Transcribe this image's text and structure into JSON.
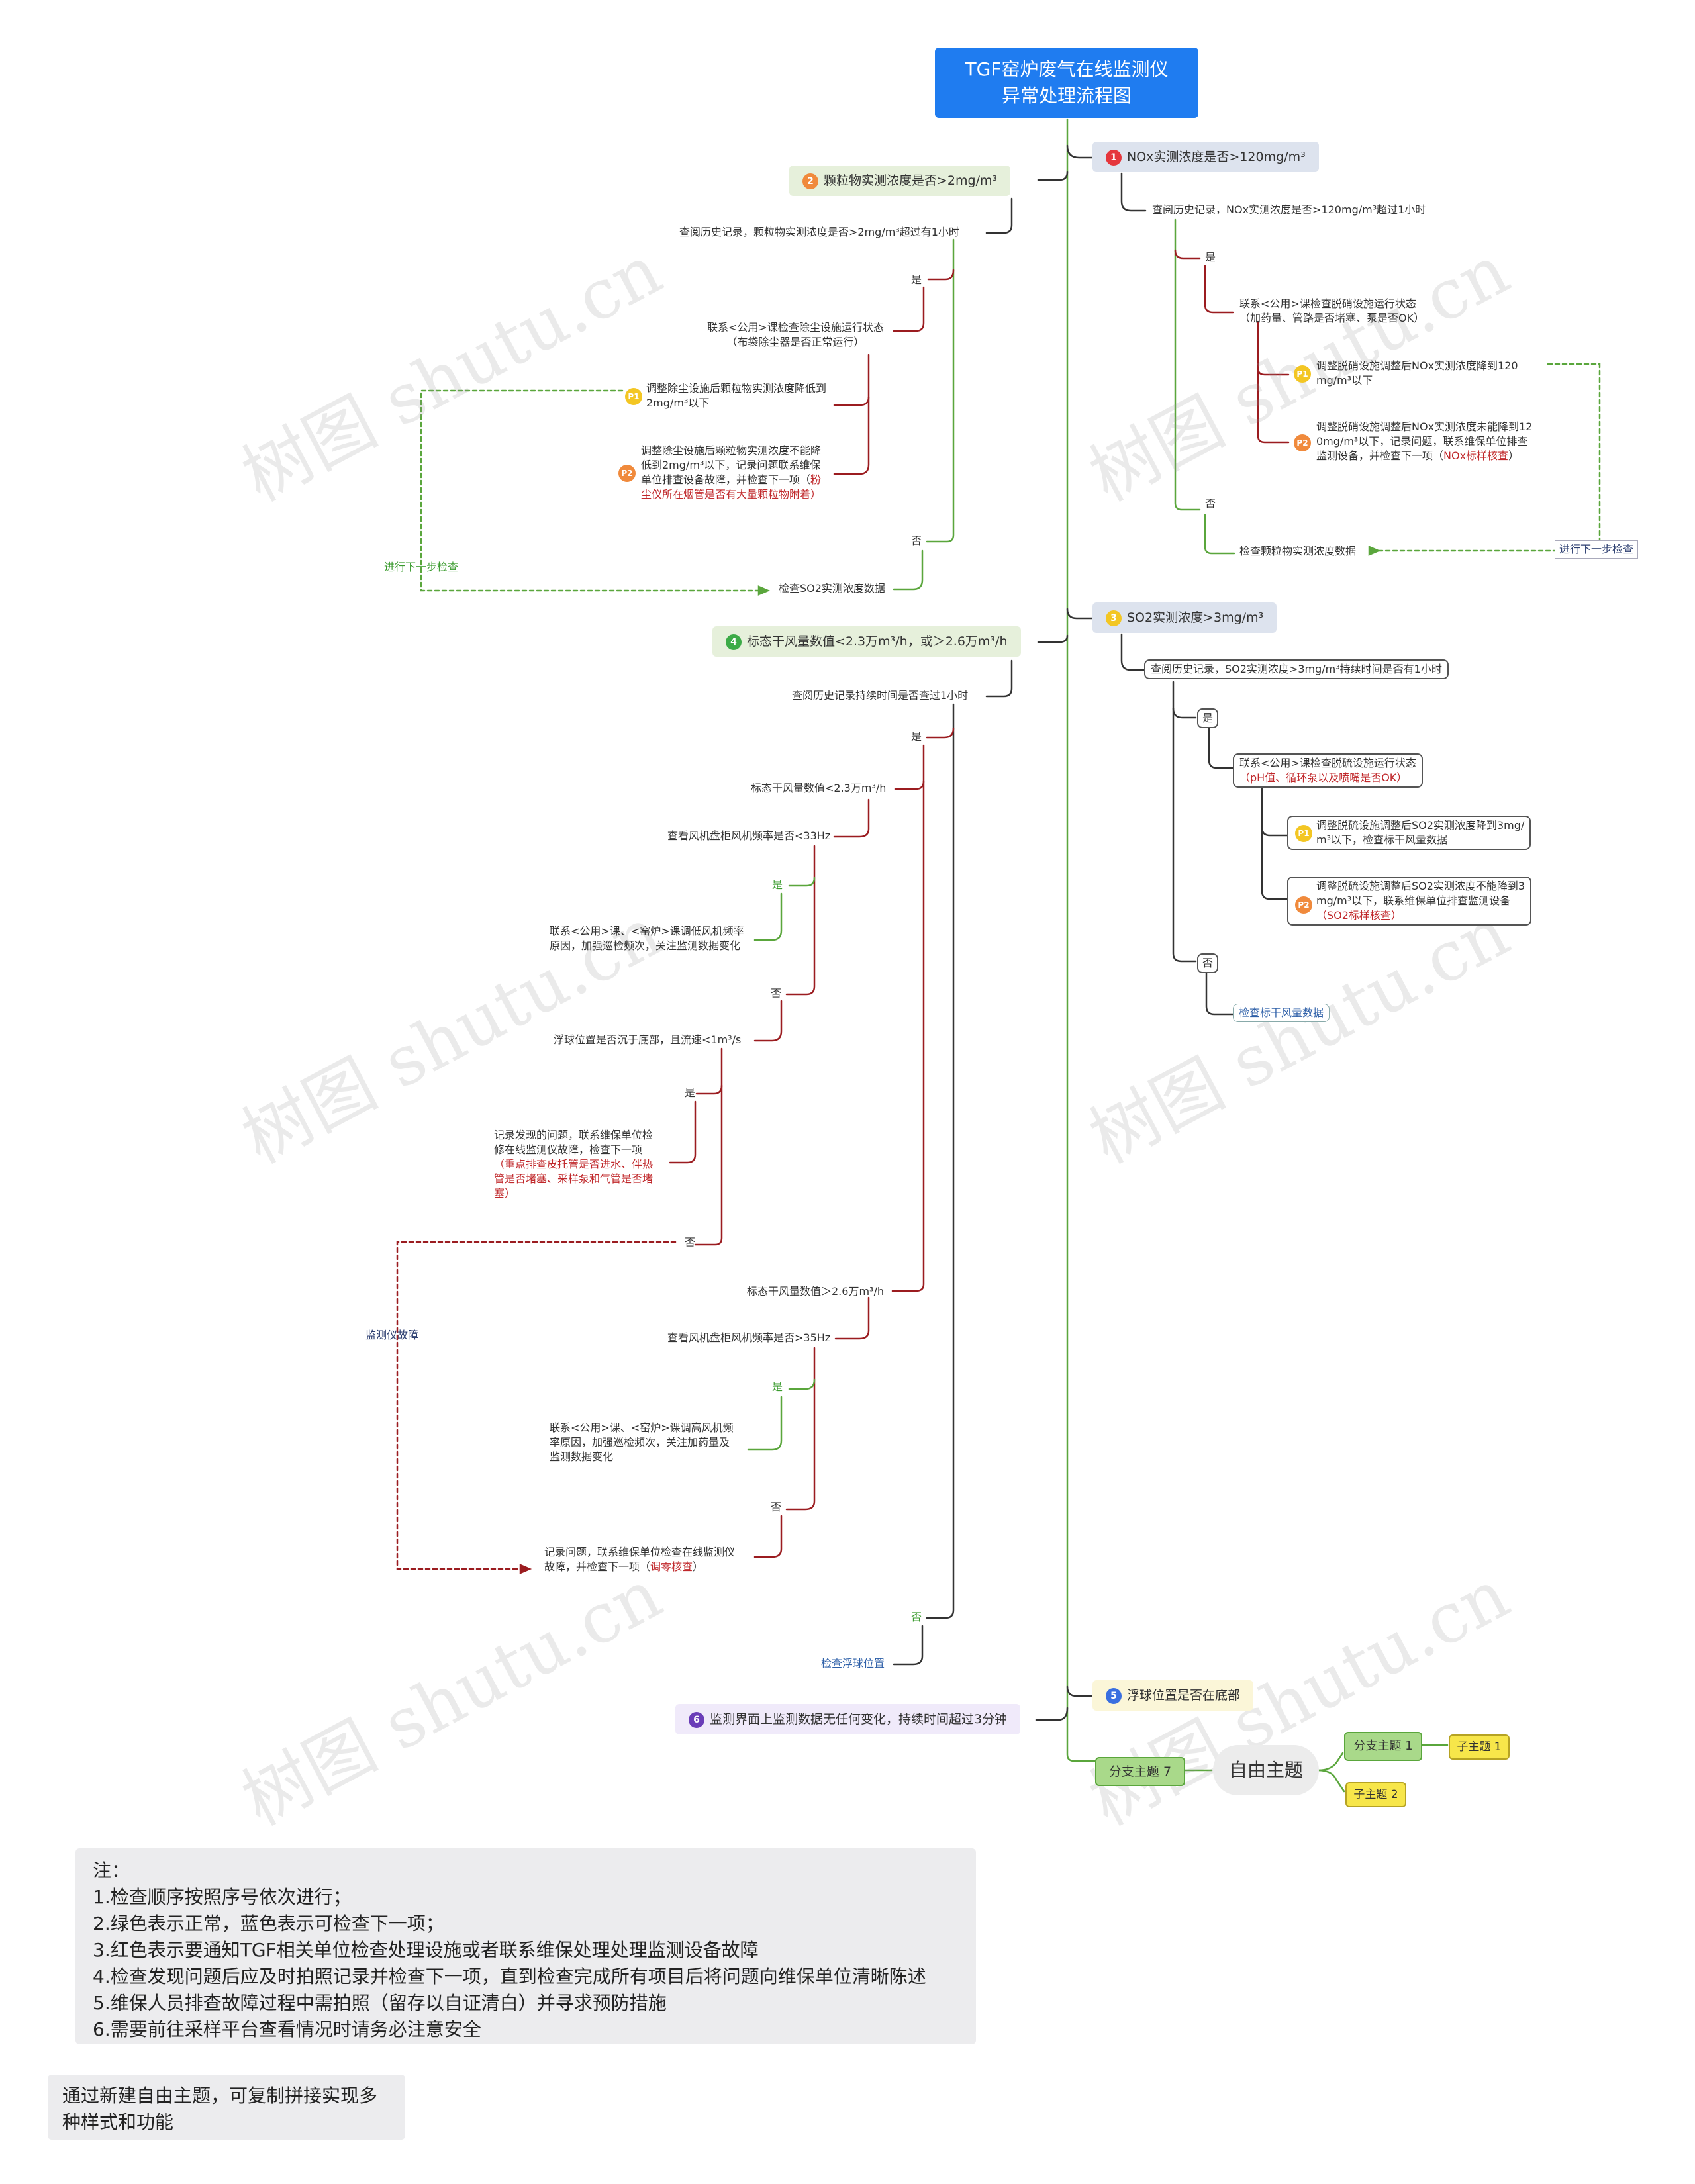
{
  "root": {
    "line1": "TGF窑炉废气在线监测仪",
    "line2": "异常处理流程图"
  },
  "b1": {
    "num": "1",
    "title": "NOx实测浓度是否>120mg/m³",
    "q": "查阅历史记录，NOx实测浓度是否>120mg/m³超过1小时",
    "yes": "是",
    "contact_l1": "联系<公用>课检查脱硝设施运行状态",
    "contact_l2": "（加药量、管路是否堵塞、泵是否OK）",
    "p1_badge": "P1",
    "p1_l1": "调整脱硝设施调整后NOx实测浓度降到120",
    "p1_l2": "mg/m³以下",
    "p2_badge": "P2",
    "p2_l1": "调整脱硝设施调整后NOx实测浓度未能降到12",
    "p2_l2": "0mg/m³以下，记录问题，联系维保单位排查",
    "p2_l3a": "监测设备，并检查下一项（",
    "p2_l3b": "NOx标样核查",
    "p2_l3c": "）",
    "no": "否",
    "check": "检查颗粒物实测浓度数据",
    "next": "进行下一步检查"
  },
  "b2": {
    "num": "2",
    "title": "颗粒物实测浓度是否>2mg/m³",
    "q": "查阅历史记录，颗粒物实测浓度是否>2mg/m³超过有1小时",
    "yes": "是",
    "contact_l1": "联系<公用>课检查除尘设施运行状态",
    "contact_l2": "（布袋除尘器是否正常运行）",
    "p1_badge": "P1",
    "p1_l1": "调整除尘设施后颗粒物实测浓度降低到",
    "p1_l2": "2mg/m³以下",
    "p2_badge": "P2",
    "p2_l1": "调整除尘设施后颗粒物实测浓度不能降",
    "p2_l2": "低到2mg/m³以下，记录问题联系维保",
    "p2_l3a": "单位排查设备故障，并检查下一项（",
    "p2_l3b": "粉",
    "p2_l4": "尘仪所在烟管是否有大量颗粒物附着）",
    "no": "否",
    "check": "检查SO2实测浓度数据",
    "next": "进行下一步检查"
  },
  "b3": {
    "num": "3",
    "title": "SO2实测浓度>3mg/m³",
    "q": "查阅历史记录，SO2实测浓度>3mg/m³持续时间是否有1小时",
    "yes": "是",
    "contact_l1": "联系<公用>课检查脱硫设施运行状态",
    "contact_l2": "（pH值、循环泵以及喷嘴是否OK）",
    "p1_badge": "P1",
    "p1_l1": "调整脱硫设施调整后SO2实测浓度降到3mg/",
    "p1_l2": "m³以下，检查标干风量数据",
    "p2_badge": "P2",
    "p2_l1": "调整脱硫设施调整后SO2实测浓度不能降到3",
    "p2_l2": "mg/m³以下，联系维保单位排查监测设备",
    "p2_l3": "（SO2标样核查）",
    "no": "否",
    "check": "检查标干风量数据"
  },
  "b4": {
    "num": "4",
    "title": "标态干风量数值<2.3万m³/h，或＞2.6万m³/h",
    "q": "查阅历史记录持续时间是否查过1小时",
    "yes": "是",
    "low": "标态干风量数值<2.3万m³/h",
    "low_fan": "查看风机盘柜风机频率是否<33Hz",
    "low_yes": "是",
    "low_contact_l1": "联系<公用>课、<窑炉>课调低风机频率",
    "low_contact_l2": "原因，加强巡检频次，关注监测数据变化",
    "low_no": "否",
    "float_q": "浮球位置是否沉于底部，且流速<1m³/s",
    "float_yes": "是",
    "float_l1": "记录发现的问题，联系维保单位检",
    "float_l2": "修在线监测仪故障，检查下一项",
    "float_l3": "（重点排查皮托管是否进水、伴热",
    "float_l4": "管是否堵塞、采样泵和气管是否堵",
    "float_l5": "塞）",
    "float_no": "否",
    "fault": "监测仪故障",
    "high": "标态干风量数值＞2.6万m³/h",
    "high_fan": "查看风机盘柜风机频率是否>35Hz",
    "high_yes": "是",
    "high_contact_l1": "联系<公用>课、<窑炉>课调高风机频",
    "high_contact_l2": "率原因，加强巡检频次，关注加药量及",
    "high_contact_l3": "监测数据变化",
    "high_no": "否",
    "rec_l1": "记录问题，联系维保单位检查在线监测仪",
    "rec_l2a": "故障，并检查下一项（",
    "rec_l2b": "调零核查",
    "rec_l2c": "）",
    "no": "否",
    "check": "检查浮球位置"
  },
  "b5": {
    "num": "5",
    "title": "浮球位置是否在底部"
  },
  "b6": {
    "num": "6",
    "title": "监测界面上监测数据无任何变化，持续时间超过3分钟"
  },
  "b7": {
    "label": "分支主题 7"
  },
  "free": {
    "label": "自由主题",
    "sub1": "分支主题 1",
    "sub1_child": "子主题 1",
    "sub2_child": "子主题 2"
  },
  "notes": {
    "title": "注：",
    "items": [
      "1.检查顺序按照序号依次进行；",
      "2.绿色表示正常，蓝色表示可检查下一项；",
      "3.红色表示要通知TGF相关单位检查处理设施或者联系维保处理处理监测设备故障",
      "4.检查发现问题后应及时拍照记录并检查下一项，直到检查完成所有项目后将问题向维保单位清晰陈述",
      "5.维保人员排查故障过程中需拍照（留存以自证清白）并寻求预防措施",
      "6.需要前往采样平台查看情况时请务必注意安全"
    ]
  },
  "tip": {
    "l1": "通过新建自由主题，可复制拼接实现多",
    "l2": "种样式和功能"
  },
  "watermark": "树图 shutu.cn",
  "colors": {
    "root": "#1f7cf0",
    "green_line": "#5aa63c",
    "red_line": "#9b1c20",
    "dark_line": "#333333",
    "badge_red": "#e5363c",
    "badge_orange": "#f08a3c",
    "badge_yellow": "#f3c623",
    "badge_green": "#3cab47",
    "badge_blue": "#3a6fe0",
    "badge_purple": "#6a3db8"
  }
}
